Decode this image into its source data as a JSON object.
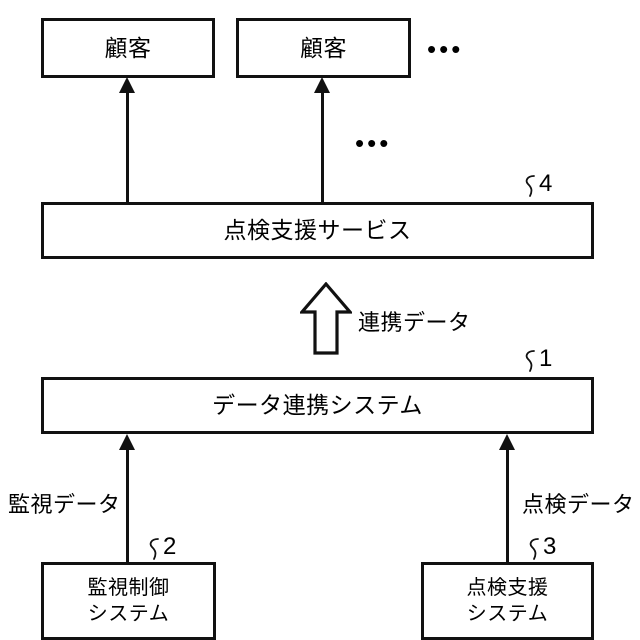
{
  "diagram": {
    "type": "patent-system-block-diagram",
    "language": "ja",
    "background_color": "#ffffff",
    "line_color": "#111111",
    "boxes": [
      {
        "id": "customer-1",
        "label": "顧客",
        "ref": null
      },
      {
        "id": "customer-2",
        "label": "顧客",
        "ref": null
      },
      {
        "id": "inspection-support-service",
        "label": "点検支援サービス",
        "ref": "4"
      },
      {
        "id": "data-linkage-system",
        "label": "データ連携システム",
        "ref": "1"
      },
      {
        "id": "monitoring-control-system",
        "label_line1": "監視制御",
        "label_line2": "システム",
        "ref": "2"
      },
      {
        "id": "inspection-support-system",
        "label_line1": "点検支援",
        "label_line2": "システム",
        "ref": "3"
      }
    ],
    "flow_labels": {
      "linkage_data": "連携データ",
      "monitoring_data": "監視データ",
      "inspection_data": "点検データ"
    },
    "ellipsis": {
      "right_of_customer_2": "•••",
      "below_customer_2": "•••"
    },
    "reference_numerals": {
      "service": "4",
      "data_linkage": "1",
      "monitoring_control": "2",
      "inspection_support": "3"
    }
  }
}
